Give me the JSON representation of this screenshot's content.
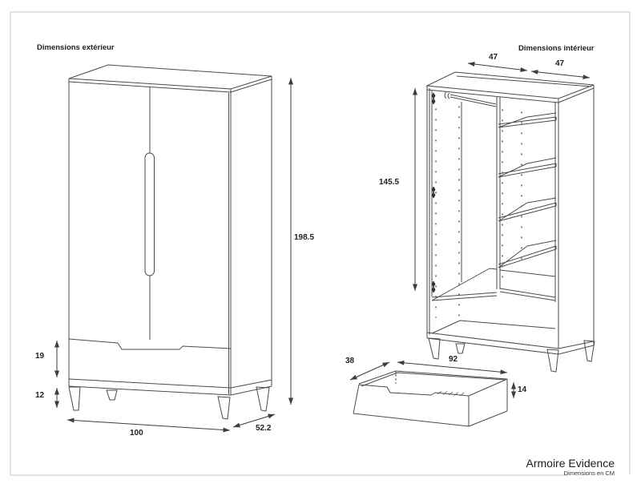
{
  "document": {
    "product_name": "Armoire Evidence",
    "units_note": "Dimensions en CM"
  },
  "exterior_view": {
    "heading": "Dimensions extérieur",
    "dimensions": {
      "total_height": "198.5",
      "drawer_front_height": "19",
      "leg_height": "12",
      "width": "100",
      "depth": "52.2"
    }
  },
  "interior_view": {
    "heading": "Dimensions intérieur",
    "dimensions": {
      "left_section_width": "47",
      "right_section_width": "47",
      "hanging_space_height": "145.5"
    }
  },
  "drawer_view": {
    "dimensions": {
      "depth": "38",
      "width": "92",
      "height": "14"
    }
  },
  "colors": {
    "line": "#4b4b4b",
    "frame": "#c5c9cd",
    "text": "#222222"
  }
}
